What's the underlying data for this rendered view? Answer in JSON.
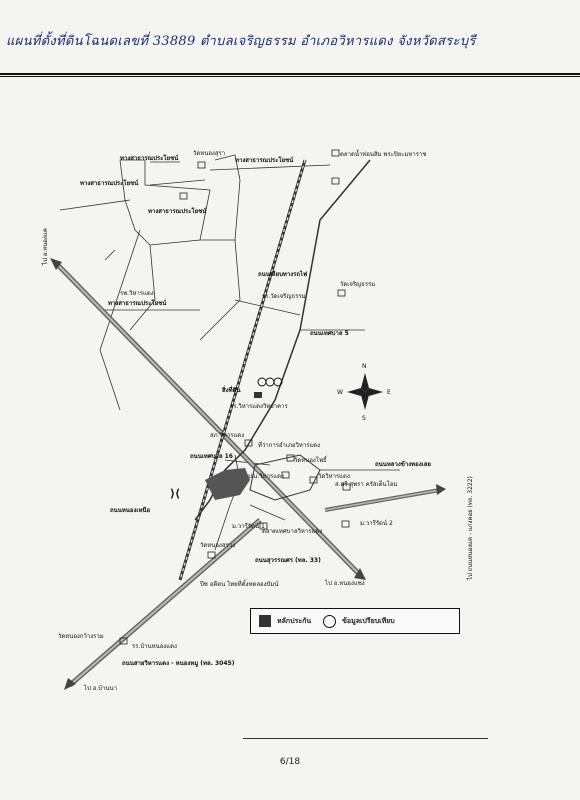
{
  "header": {
    "handwritten_title": "แผนที่ตั้งที่ดินโฉนดเลขที่ 33889 ตำบลเจริญธรรม อำเภอวิหารแดง จังหวัดสระบุรี"
  },
  "map": {
    "labels": {
      "to_nong_khae": "ไป อ.หนองแค",
      "public_way_1": "ทางสาธารณประโยชน์",
      "public_way_2": "ทางสาธารณประโยชน์",
      "public_way_3": "ทางสาธารณประโยชน์",
      "public_way_4": "ทางสาธารณประโยชน์",
      "public_way_5": "ทางสาธารณประโยชน์",
      "wat_nong_sura": "วัดหนองสุรา",
      "wat_rong_tok": "ตลาดน้ำห่อนสิม พระปิยะมหาราช",
      "railway_road": "ถนนเลียบทางรถไฟ",
      "wat_charoen": "วัดเจริญธรรม",
      "school_charoen": "รร.วัดเจริญธรรม",
      "road_5": "ถนนเทศบาล 5",
      "hospital_vihan": "รพ.วิหารแดง",
      "subject_mark": "สิ่งที่ดิน",
      "school_vihan": "รร.วิหารแดงวิทยาคาร",
      "sk_vihan": "สภ.วิหารแดง",
      "district_office": "ที่ว่าการอำเภอวิหารแดง",
      "wat_nong_phai": "วัดหนองโพธิ์",
      "road_16": "ถนนเทศบาล 16",
      "school_charoen_2": "รร.วัดเจริญธรรม",
      "post_office": "ปณ.วิหารแดง",
      "wat_vihan": "วัดวิหารแดง",
      "road_pho_mun": "ถนนหลวงข้างทองเลย",
      "road_reuang": "ถนนหนองเหนือ",
      "school_sangkhom": "ส.ศรี สุพรา ครัสเต็นโฮม",
      "mu_1": "ม.วารีรัตน์ 1",
      "mu_2": "ม.วารีรัตน์ 2",
      "wat_nong_sauang": "วัดหนองสรวง",
      "market": "ตลาดเทศบาลวิหารแดง",
      "road_33": "ถนนสุวรรณศร (ทล. 33)",
      "to_saraburi": "ไป อ.หนองแซง",
      "to_kaeng_khoi": "ไป ถนนหนองแค - แก่งคอย (ทล. 3222)",
      "village_tip": "ปีซ อดีตน ไทยที่ตั้งทดลองปัมน์",
      "school_bang_mak": "รร.บ้านหนองแดง",
      "wat_bang_roi": "วัดหนองกว้างรวม",
      "road_3045": "ถนนสายวิหารแดง - หนองหมู (ทล. 3045)",
      "to_ban_mo": "ไป อ.บ้านนา",
      "north": "N",
      "south": "S",
      "east": "E",
      "west": "W"
    }
  },
  "legend": {
    "main_place": "หลักประกัน",
    "comparison": "ข้อมูลเปรียบเทียบ"
  },
  "footer": {
    "page": "6/18"
  }
}
